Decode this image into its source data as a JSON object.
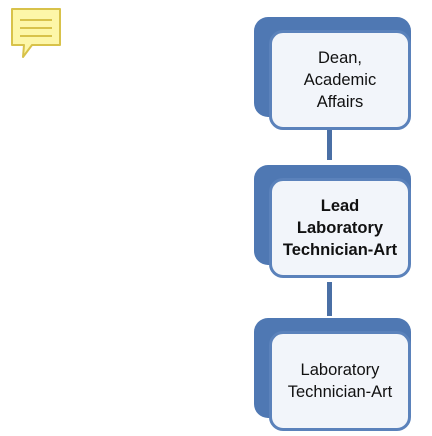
{
  "org_chart": {
    "nodes": [
      {
        "label": "Dean, Academic\nAffairs",
        "emphasis": false
      },
      {
        "label": "Lead Laboratory\nTechnician-Art",
        "emphasis": true
      },
      {
        "label": "Laboratory\nTechnician-Art",
        "emphasis": false
      }
    ]
  },
  "colors": {
    "node_back": "#4f78b3",
    "node_border": "#5b82bb",
    "node_fill": "#f2f5fa",
    "connector": "#4a6fa5",
    "note_fill": "#fdf6a8",
    "note_stroke": "#d8c24a"
  },
  "icons": {
    "note": "sticky-note-icon"
  }
}
